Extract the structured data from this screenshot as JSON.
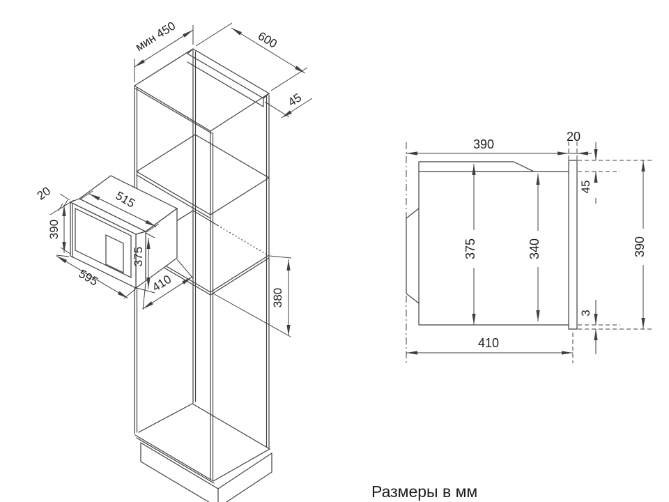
{
  "caption": "Размеры в мм",
  "colors": {
    "line": "#3f3f3f",
    "text": "#1f1f1f",
    "background": "#ffffff"
  },
  "isometric_view": {
    "labels": {
      "niche_depth_min": "мин 450",
      "cabinet_width": "600",
      "top_rail_depth": "45",
      "front_overhang": "20",
      "body_width": "515",
      "front_height": "390",
      "body_height": "375",
      "front_width": "595",
      "body_depth": "410",
      "niche_height": "380"
    }
  },
  "side_view": {
    "labels": {
      "niche_width_top": "390",
      "front_frame_thickness": "20",
      "top_gap": "45",
      "body_height": "375",
      "cavity_height": "340",
      "front_frame_height": "390",
      "bottom_gap": "3",
      "body_depth": "410"
    }
  }
}
